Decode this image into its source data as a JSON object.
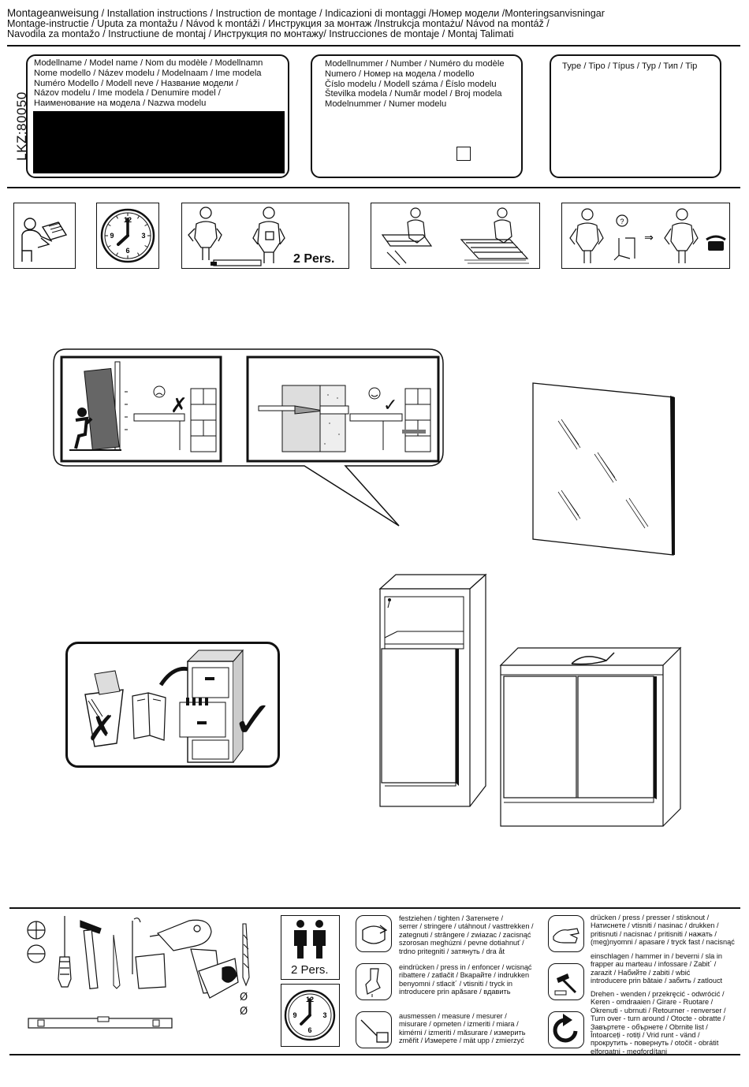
{
  "header": {
    "line1_title": "Montageanweisung",
    "line1_rest": "   / Installation instructions / Instruction de montage / Indicazioni di montaggi /Номер модели /Monteringsanvisningar",
    "line2": "Montage-instructie / Uputa za montažu / Návod k montáži / Инструкция за монтаж /Instrukcja montażu/ Návod na montáž /",
    "line3": "Navodila za montažo / Instructiune de montaj / Инструкция по монтажу/ Instrucciones de montaje / Montaj Talimati"
  },
  "side_code": "LKZ:80050",
  "model_name_box": {
    "lines": [
      "Modellname / Model name / Nom du modèle / Modellnamn",
      "Nome modello / Název modelu / Modelnaam / Ime modela",
      "Numéro Modello / Modell neve / Название модели /",
      "Názov modelu / Ime modela / Denumire model /",
      "Наименование на модела / Nazwa modelu"
    ]
  },
  "model_number_box": {
    "lines": [
      "Modellnummer / Number / Numéro du modèle",
      "Numero /  Номер на модела / modello",
      "Číslo modelu / Modell száma / Ēíslo modelu",
      "Številka modela / Număr model / Broj modela",
      "Modelnummer / Numer modelu"
    ]
  },
  "type_box": {
    "label": "Type / Tipo / Típus / Typ / Тип / Tip"
  },
  "top_icons": {
    "persons_label": "2 Pers."
  },
  "bottom": {
    "persons_label": "2 Pers.",
    "diameter_symbol_1": "Ø",
    "diameter_symbol_2": "Ø",
    "tighten": [
      "festziehen / tighten / Затегнете /",
      "serrer / stringere / utáhnout / vasttrekken /",
      "zategnuti / strângere / zwiazac / zacisnąć",
      "szorosan meghúzni / pevne dotiahnuť /",
      "trdno pritegniti / затянуть / dra åt"
    ],
    "press_in": [
      "eindrücken / press in / enfoncer / wcisnąć",
      "ribattere / zatlačit / Вкарайте / indrukken",
      "benyomni / stlacit´ / vtisniti / tryck in",
      "introducere prin apăsare / вдавить"
    ],
    "measure": [
      "ausmessen / measure / mesurer /",
      "misurare / opmeten / izmeriti / miara /",
      "kimérni / izmeriti / măsurare / измерить",
      "změřit / Измерете / mät upp / zmierzyć"
    ],
    "press": [
      "drücken / press / presser / stisknout /",
      "Натиснете / vtisniti / nasinac / drukken /",
      "pritisnuti / nacisnac / pritisniti / нажать /",
      "(meg)nyomni / apasare / tryck fast / nacisnąć"
    ],
    "hammer_in": [
      "einschlagen / hammer in / beverni / sla in",
      "frapper au marteau / infossare / Zabit´ /",
      "zarazit / Набийте / zabiti / wbić",
      "introducere prin bătaie / забить / zatlouct"
    ],
    "turn_over": [
      "Drehen - wenden / przekręcić - odwrócić /",
      "Keren - omdraaien / Girare - Ruotare /",
      "Okrenuti - ubrnuti / Retourner - renverser /",
      "Turn over - turn around / Otocte - obratte /",
      "Завъртете - обърнете / Obrnite list /",
      "Întoarceți - rotiți / Vrid runt - vänd /",
      "прокрутить - повернуть / otočit - obrátit",
      "elforgatni - megfordítani"
    ]
  },
  "clock_numbers": [
    "12",
    "3",
    "6",
    "9"
  ],
  "clock_numbers_small": [
    "12",
    "3",
    "6",
    "9"
  ],
  "colors": {
    "ink": "#111111",
    "paper": "#ffffff",
    "blackout": "#000000"
  },
  "icons": [
    "read-manual-icon",
    "clock-icon",
    "two-person-carry-icon",
    "floor-protection-icon",
    "missing-parts-call-icon",
    "wall-fixing-warning-icon",
    "keep-manual-icon",
    "screwdriver-icon",
    "hammer-icon",
    "drill-icon",
    "spirit-level-icon"
  ]
}
